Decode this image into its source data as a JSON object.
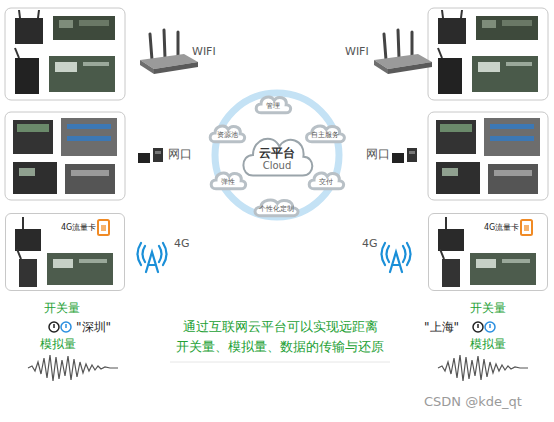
{
  "diagram": {
    "nodes": [
      {
        "text": [
          "管理"
        ]
      },
      {
        "text": [
          "资源池"
        ]
      },
      {
        "text": [
          "自主服务"
        ]
      },
      {
        "text": [
          "云平台",
          "Cloud"
        ]
      },
      {
        "text": [
          "弹性"
        ]
      },
      {
        "text": [
          "交付"
        ]
      },
      {
        "text": [
          "个性化定制"
        ]
      },
      {
        "text": [
          "4G流量卡"
        ]
      },
      {
        "text": [
          "4G流量卡"
        ]
      }
    ],
    "labels": [
      "WIFI",
      "WIFI",
      "网口",
      "网口",
      "4G",
      "4G",
      "开关量",
      "开关量",
      "\"深圳\"",
      "通过互联网云平台可以实现远距离",
      "\"上海\"",
      "模拟量",
      "开关量、模拟量、数据的传输与还原",
      "模拟量",
      "CSDN @kde_qt"
    ]
  }
}
